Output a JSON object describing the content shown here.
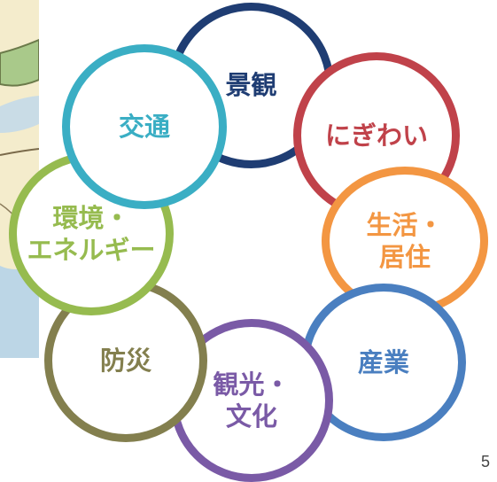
{
  "diagram": {
    "nodes": [
      {
        "id": "keikan",
        "label": "景観",
        "color": "#1f3d73"
      },
      {
        "id": "nigiwai",
        "label": "にぎわい",
        "color": "#c0424a"
      },
      {
        "id": "seikatsu",
        "label": "生活・\n居住",
        "color": "#f39642"
      },
      {
        "id": "sangyo",
        "label": "産業",
        "color": "#4a7fc0"
      },
      {
        "id": "kanko",
        "label": "観光・\n文化",
        "color": "#7a5aa6"
      },
      {
        "id": "bosai",
        "label": "防災",
        "color": "#837f4e"
      },
      {
        "id": "kankyo",
        "label": "環境・\nエネルギー",
        "color": "#96bb4f"
      },
      {
        "id": "kotsu",
        "label": "交通",
        "color": "#3aaec4"
      }
    ]
  },
  "slide": {
    "page_number": "5"
  }
}
